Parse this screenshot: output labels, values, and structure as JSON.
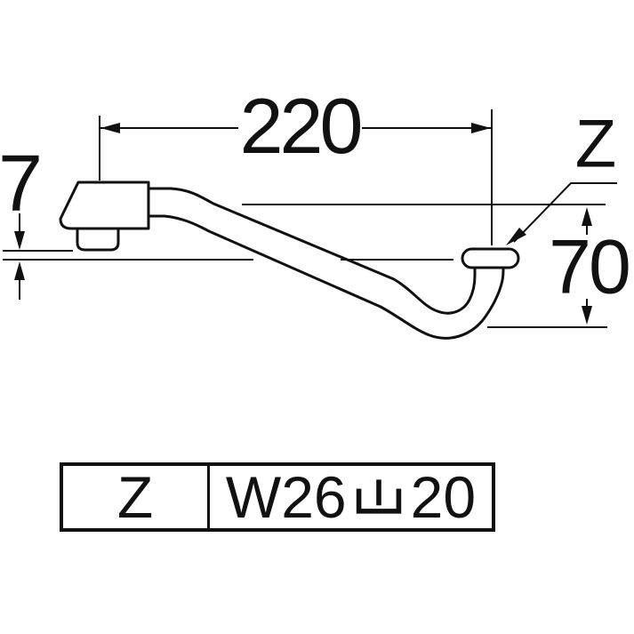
{
  "diagram": {
    "dim_width": {
      "label": "220"
    },
    "dim_outlet_drop": {
      "label": "7"
    },
    "dim_height": {
      "label": "70"
    },
    "thread_callout": {
      "label": "Z"
    }
  },
  "spec_table": {
    "rows": [
      {
        "symbol": "Z",
        "value": "W26山20",
        "value_prefix": "W26",
        "value_kanji": "山",
        "value_suffix": "20"
      }
    ]
  },
  "colors": {
    "ink": "#111111",
    "background": "#ffffff"
  }
}
